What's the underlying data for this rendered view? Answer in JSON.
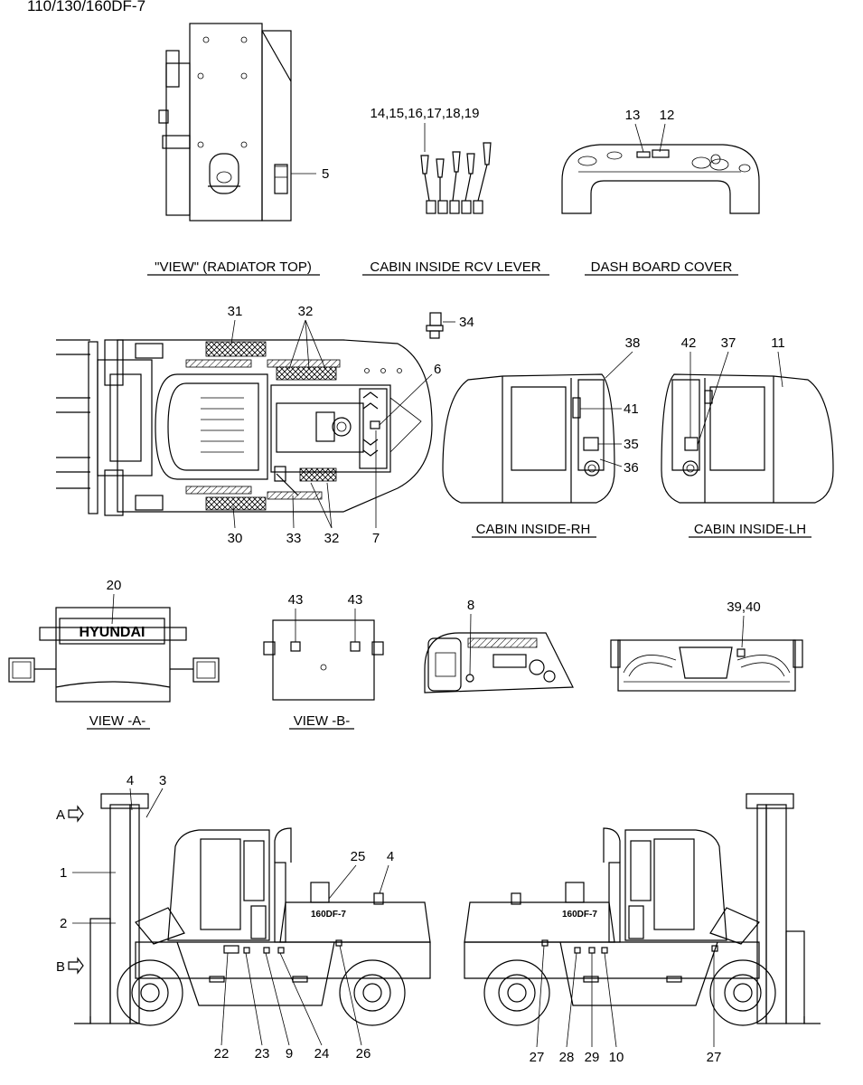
{
  "header": {
    "model": "110/130/160DF-7"
  },
  "captions": {
    "radiator_top": "\"VIEW\" (RADIATOR TOP)",
    "rcv_lever": "CABIN INSIDE RCV LEVER",
    "dash_board": "DASH BOARD COVER",
    "cabin_rh": "CABIN INSIDE-RH",
    "cabin_lh": "CABIN INSIDE-LH",
    "view_a": "VIEW -A-",
    "view_b": "VIEW -B-"
  },
  "labels": {
    "radiator": [
      "5"
    ],
    "rcv": [
      "14,15,16,17,18,19"
    ],
    "dash": [
      "13",
      "12"
    ],
    "top_view": [
      "31",
      "32",
      "34",
      "6",
      "30",
      "33",
      "32",
      "7"
    ],
    "cabin_rh": [
      "38",
      "41",
      "35",
      "36"
    ],
    "cabin_lh": [
      "42",
      "37",
      "11"
    ],
    "view_a": [
      "20"
    ],
    "view_b": [
      "43",
      "43"
    ],
    "console": [
      "8"
    ],
    "seat_panel": [
      "39,40"
    ],
    "side_left": [
      "4",
      "3",
      "1",
      "2",
      "25",
      "4",
      "22",
      "23",
      "9",
      "24",
      "26"
    ],
    "side_right": [
      "27",
      "28",
      "29",
      "10",
      "27"
    ],
    "arrows": [
      "A",
      "B"
    ]
  },
  "decals": {
    "brand": "HYUNDAI",
    "model_badge": "160DF-7"
  }
}
